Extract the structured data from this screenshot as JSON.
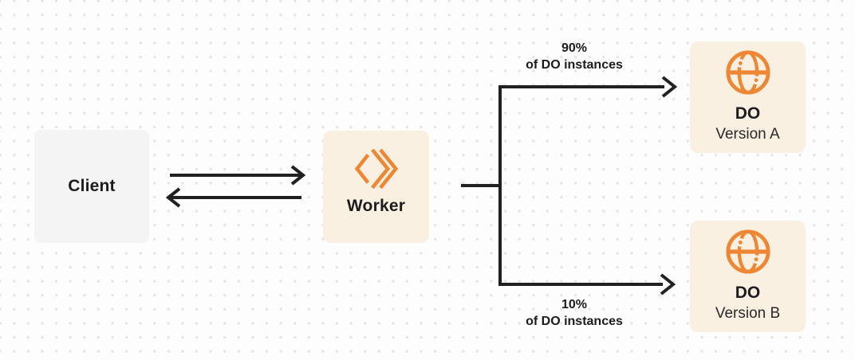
{
  "diagram": {
    "nodes": {
      "client": {
        "label": "Client"
      },
      "worker": {
        "label": "Worker",
        "icon": "cloudflare-workers-icon"
      },
      "do_a": {
        "title": "DO",
        "subtitle": "Version A",
        "icon": "durable-objects-globe-icon"
      },
      "do_b": {
        "title": "DO",
        "subtitle": "Version B",
        "icon": "durable-objects-globe-icon"
      }
    },
    "labels": {
      "split_top": {
        "percent": "90%",
        "caption": "of DO instances"
      },
      "split_bottom": {
        "percent": "10%",
        "caption": "of DO instances"
      }
    },
    "edges": [
      {
        "from": "client",
        "to": "worker",
        "type": "arrow"
      },
      {
        "from": "worker",
        "to": "client",
        "type": "arrow"
      },
      {
        "from": "worker",
        "to": "do_a",
        "type": "arrow",
        "label": "90% of DO instances"
      },
      {
        "from": "worker",
        "to": "do_b",
        "type": "arrow",
        "label": "10% of DO instances"
      }
    ]
  },
  "colors": {
    "accent_orange": "#EE8733",
    "cream_bg": "#FAF0E2",
    "client_bg": "#F4F4F5",
    "text_dark": "#1C1C1E",
    "subtitle_dark": "#29292C",
    "arrow_dark": "#212121",
    "dot_color": "#E5E5E9",
    "page_bg": "#FDFDFD"
  }
}
